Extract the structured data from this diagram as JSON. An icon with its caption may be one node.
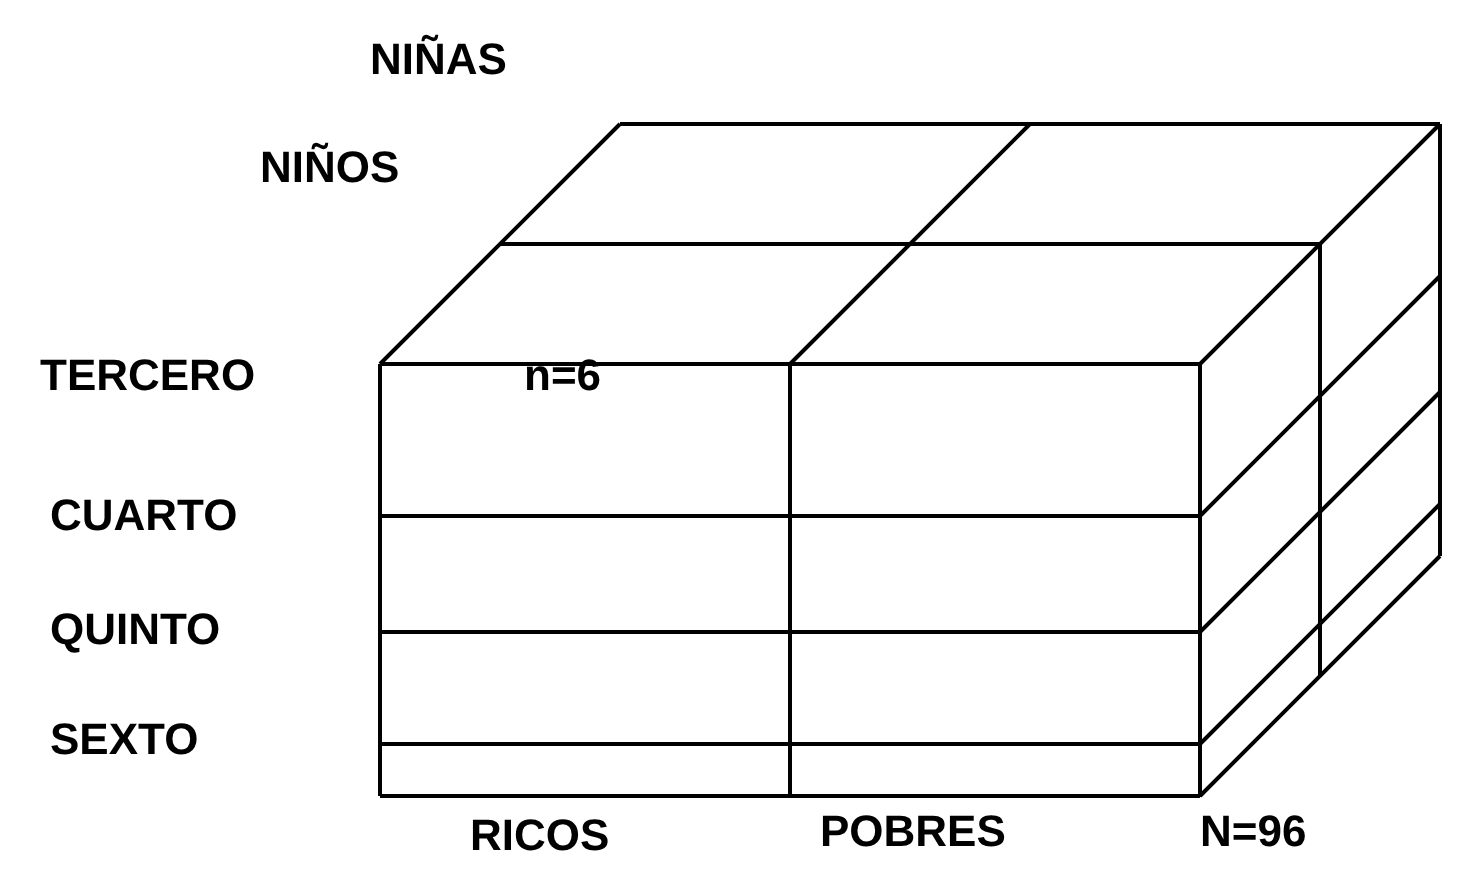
{
  "diagram": {
    "labels": [
      "NIÑAS",
      "NIÑOS",
      "TERCERO",
      "n=6",
      "CUARTO",
      "QUINTO",
      "SEXTO",
      "RICOS",
      "POBRES",
      "N=96"
    ]
  }
}
